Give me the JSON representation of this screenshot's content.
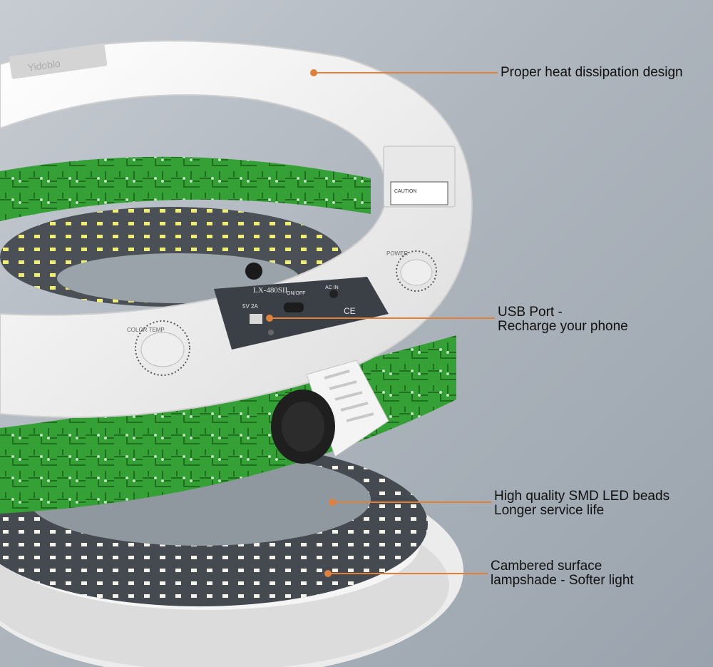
{
  "product": {
    "brand_logo_text": "Yidoblo",
    "model_label": "LX-480SII",
    "usb_label": "5V 2A",
    "switch_label": "ON/OFF",
    "ac_label": "AC IN",
    "ce_mark": "CE",
    "power_knob_label": "POWER",
    "color_temp_knob_label": "COLOR TEMP",
    "battery_label": "CAUTION"
  },
  "callouts": {
    "heat": [
      "Proper heat dissipation design"
    ],
    "usb": [
      "USB Port -",
      "Recharge your phone"
    ],
    "led": [
      "High quality SMD LED beads",
      "Longer service life"
    ],
    "shade": [
      "Cambered surface",
      "lampshade - Softer light"
    ]
  },
  "colors": {
    "background": "#b0b7bf",
    "housing": "#f2f2f2",
    "pcb": "#3aa33a",
    "led": "#f0ee7a",
    "leader_line": "#e0803a",
    "panel": "#3a3f45"
  }
}
